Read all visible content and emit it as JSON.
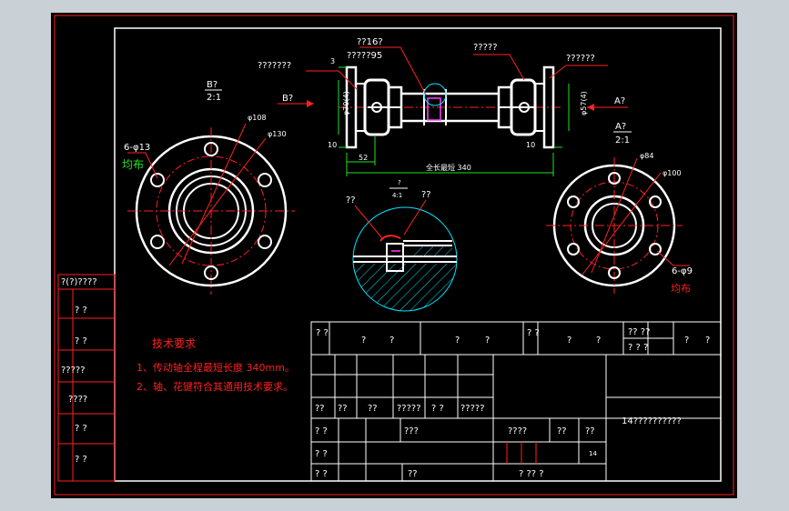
{
  "colors": {
    "background": "#c9d0d6",
    "drawing_area": "#000000",
    "outline": "#ffffff",
    "border_red": "#ff2020",
    "center_line": "#ff2020",
    "dimension": "#22e022",
    "annotation_red": "#ff2020",
    "hidden_cyan": "#00e5ff",
    "accent_magenta": "#ff40ff"
  },
  "top_view": {
    "label_part_count": "??16?",
    "label_part_name": "?????95",
    "label_left_flange": "???????",
    "label_right_flange": "??????",
    "label_top_right": "?????",
    "view_B_arrow": "B?",
    "view_A_arrow": "A?",
    "dim_left_dia": "φ70(4)",
    "dim_right_dia": "φ57(4)",
    "dim_3": "3",
    "dim_10_left": "10",
    "dim_52": "52",
    "dim_10_right": "10",
    "total_length": "全长最短 340"
  },
  "left_view": {
    "title": "B?",
    "scale": "2:1",
    "dim_outer": "φ108",
    "dim_pcd": "φ130",
    "holes_note": "6-φ13",
    "even_note": "均布"
  },
  "right_view": {
    "title": "A?",
    "scale": "2:1",
    "dim_inner": "φ84",
    "dim_pcd": "φ100",
    "holes_note": "6-φ9",
    "even_note": "均布"
  },
  "detail_view": {
    "title": "?",
    "scale": "4:1",
    "label_left": "??",
    "label_right": "??"
  },
  "left_strip": [
    "?(?)????",
    "?    ?",
    "?    ?",
    "?????",
    "????",
    "?    ?",
    "?    ?"
  ],
  "notes": {
    "title": "技术要求",
    "line1": "1、传动轴全程最短长度 340mm。",
    "line2": "2、轴、花键符合其通用技术要求。"
  },
  "title_block": {
    "row1": [
      "?\n?",
      "?",
      "?",
      "?",
      "?",
      "?\n?",
      "?",
      "?",
      "?? ??",
      "? ? ?",
      "?",
      "?"
    ],
    "row3": [
      "??",
      "??",
      "??",
      "?????",
      "? ?",
      "?????"
    ],
    "row4a": "? ?",
    "row4b": "???",
    "row5": "? ?",
    "row6a": "? ?",
    "row6b": "??",
    "stage": "????",
    "weight": "??",
    "ratio": "??",
    "ratio_value": "14",
    "sheet": "? ?? ?",
    "name": "14??????????"
  }
}
